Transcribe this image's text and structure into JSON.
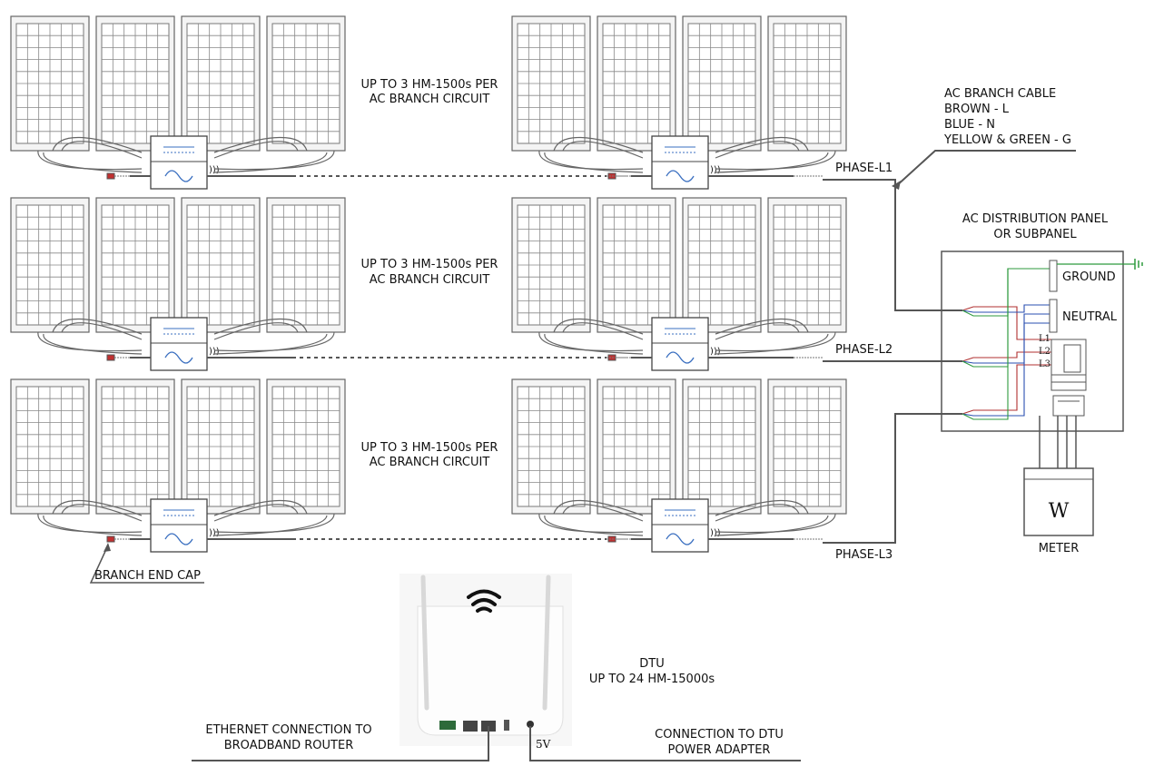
{
  "branch_circuit_label": [
    "UP TO 3 HM-1500s PER",
    "AC BRANCH CIRCUIT"
  ],
  "ac_branch_cable": {
    "title": "AC BRANCH CABLE",
    "lines": [
      "BROWN - L",
      "BLUE - N",
      "YELLOW & GREEN - G"
    ]
  },
  "phases": [
    "PHASE-L1",
    "PHASE-L2",
    "PHASE-L3"
  ],
  "distribution_panel": {
    "title_line1": "AC DISTRIBUTION PANEL",
    "title_line2": "OR SUBPANEL",
    "ground": "GROUND",
    "neutral": "NEUTRAL",
    "breaker_labels": [
      "L1",
      "L2",
      "L3"
    ]
  },
  "meter": {
    "symbol": "W",
    "label": "METER"
  },
  "branch_end_cap": "BRANCH END CAP",
  "dtu": {
    "title": "DTU",
    "subtitle": "UP TO 24 HM-15000s",
    "voltage": "5V"
  },
  "ethernet": {
    "line1": "ETHERNET CONNECTION TO",
    "line2": "BROADBAND ROUTER"
  },
  "power_adapter": {
    "line1": "CONNECTION TO DTU",
    "line2": "POWER ADAPTER"
  },
  "colors": {
    "line": "#555555",
    "brown": "#b03030",
    "blue": "#2a4fb0",
    "green": "#2e9a3e",
    "panel_fill": "#ffffff",
    "cell": "#888888"
  }
}
